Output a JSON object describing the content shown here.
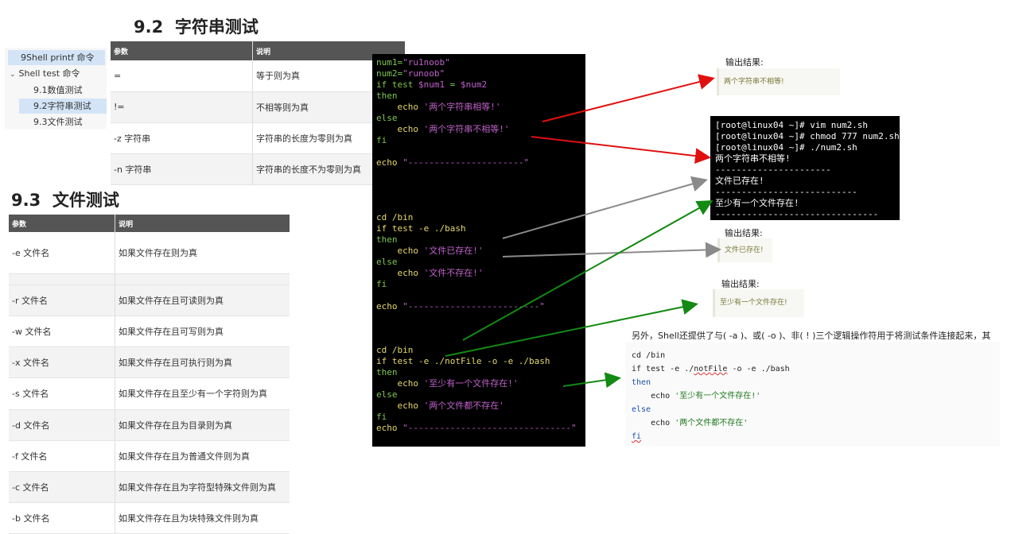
{
  "section_92": {
    "num": "9.2",
    "title": "字符串测试"
  },
  "section_93": {
    "num": "9.3",
    "title": "文件测试"
  },
  "sidebar": {
    "items": [
      {
        "label": "9Shell printf 命令"
      },
      {
        "label": "Shell test 命令",
        "expanded": true
      },
      {
        "label": "9.1数值测试"
      },
      {
        "label": "9.2字符串测试"
      },
      {
        "label": "9.3文件测试"
      }
    ]
  },
  "string_table": {
    "headers": [
      "参数",
      "说明"
    ],
    "rows": [
      [
        "=",
        "等于则为真"
      ],
      [
        "!=",
        "不相等则为真"
      ],
      [
        "-z 字符串",
        "字符串的长度为零则为真"
      ],
      [
        "-n 字符串",
        "字符串的长度不为零则为真"
      ]
    ]
  },
  "file_table": {
    "headers": [
      "参数",
      "说明"
    ],
    "rows": [
      [
        "-e 文件名",
        "如果文件存在则为真"
      ],
      [
        "",
        ""
      ],
      [
        "-r 文件名",
        "如果文件存在且可读则为真"
      ],
      [
        "-w 文件名",
        "如果文件存在且可写则为真"
      ],
      [
        "-x 文件名",
        "如果文件存在且可执行则为真"
      ],
      [
        "-s 文件名",
        "如果文件存在且至少有一个字符则为真"
      ],
      [
        "-d 文件名",
        "如果文件存在且为目录则为真"
      ],
      [
        "-f 文件名",
        "如果文件存在且为普通文件则为真"
      ],
      [
        "-c 文件名",
        "如果文件存在且为字符型特殊文件则为真"
      ],
      [
        "-b 文件名",
        "如果文件存在且为块特殊文件则为真"
      ]
    ]
  },
  "terminal_code": {
    "l1a": "num1=",
    "l1b": "\"ru1noob\"",
    "l2a": "num2=",
    "l2b": "\"runoob\"",
    "l3a": "if test ",
    "l3b": "$num1",
    "l3c": " = ",
    "l3d": "$num2",
    "l4": "then",
    "l5a": "    echo ",
    "l5b": "'两个字符串相等!'",
    "l6": "else",
    "l7a": "    echo ",
    "l7b": "'两个字符串不相等!'",
    "l8": "fi",
    "l9a": "echo ",
    "l9b": "\"----------------------\"",
    "l10": "cd /bin",
    "l11": "if test -e ./bash",
    "l12": "then",
    "l13a": "    echo ",
    "l13b": "'文件已存在!'",
    "l14": "else",
    "l15a": "    echo ",
    "l15b": "'文件不存在!'",
    "l16": "fi",
    "l17a": "echo ",
    "l17b": "\"-------------------------\"",
    "l18": "cd /bin",
    "l19": "if test -e ./notFile -o -e ./bash",
    "l20": "then",
    "l21a": "    echo ",
    "l21b": "'至少有一个文件存在!'",
    "l22": "else",
    "l23a": "    echo ",
    "l23b": "'两个文件都不存在'",
    "l24": "fi",
    "l25a": "echo ",
    "l25b": "\"-------------------------------\""
  },
  "terminal2": {
    "lines": [
      "[root@linux04 ~]# vim num2.sh",
      "[root@linux04 ~]# chmod 777 num2.sh",
      "[root@linux04 ~]# ./num2.sh",
      "两个字符串不相等!",
      "----------------------",
      "文件已存在!",
      "---------------------------",
      "至少有一个文件存在!",
      "-------------------------------"
    ]
  },
  "outputs": [
    {
      "label": "输出结果:",
      "value": "两个字符串不相等!"
    },
    {
      "label": "输出结果:",
      "value": "文件已存在!"
    },
    {
      "label": "输出结果:",
      "value": "至少有一个文件存在!"
    }
  ],
  "note": "另外，Shell还提供了与( -a )、或( -o )、非( ! )三个逻辑操作符用于将测试条件连接起来，其",
  "code2": {
    "l1": "cd /bin",
    "l2a": "if test -e ./",
    "l2b": "notFile",
    "l2c": " -o -e ./bash",
    "l3": "then",
    "l4a": "    echo ",
    "l4b": "'至少有一个文件存在!'",
    "l5": "else",
    "l6a": "    echo ",
    "l6b": "'两个文件都不存在'",
    "l7": "fi"
  },
  "colors": {
    "arrow_red": "#e01010",
    "arrow_gray": "#8a8a8a",
    "arrow_green": "#138a13",
    "table_header": "#555555",
    "sidebar_selected": "#d3e4f7"
  },
  "icons": [
    "chevron-down-icon"
  ]
}
